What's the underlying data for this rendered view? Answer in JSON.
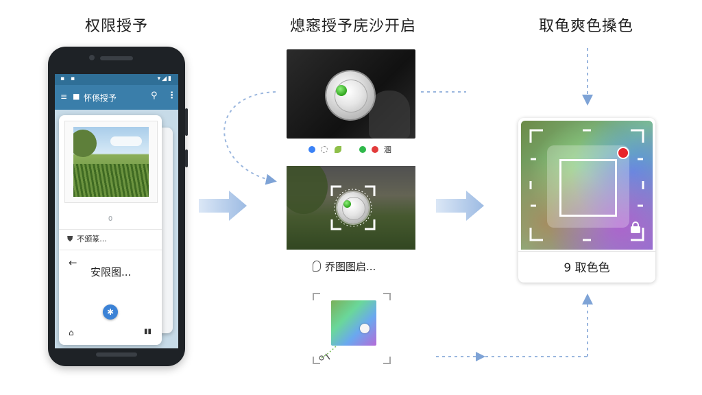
{
  "steps": [
    {
      "title": "权限授予"
    },
    {
      "title": "熄窸授予庑沙开启"
    },
    {
      "title": "取龟爽色搡色"
    }
  ],
  "phone": {
    "app_title": "怀係授予",
    "card_index": "0",
    "permission_text": "不颁篆...",
    "action_label": "安限图..."
  },
  "center": {
    "dot_label": "溷",
    "caption": "乔图图启..."
  },
  "color_card": {
    "label": "9  取色色"
  },
  "colors": {
    "accent_blue": "#3a7eaa",
    "arrow_blue": "#a9c4e6",
    "connector_blue": "#7ea3d6",
    "picker_red": "#e8242b",
    "dot_blue": "#3b82f6",
    "dot_green": "#2fb84a",
    "dot_red": "#e23b3b"
  }
}
